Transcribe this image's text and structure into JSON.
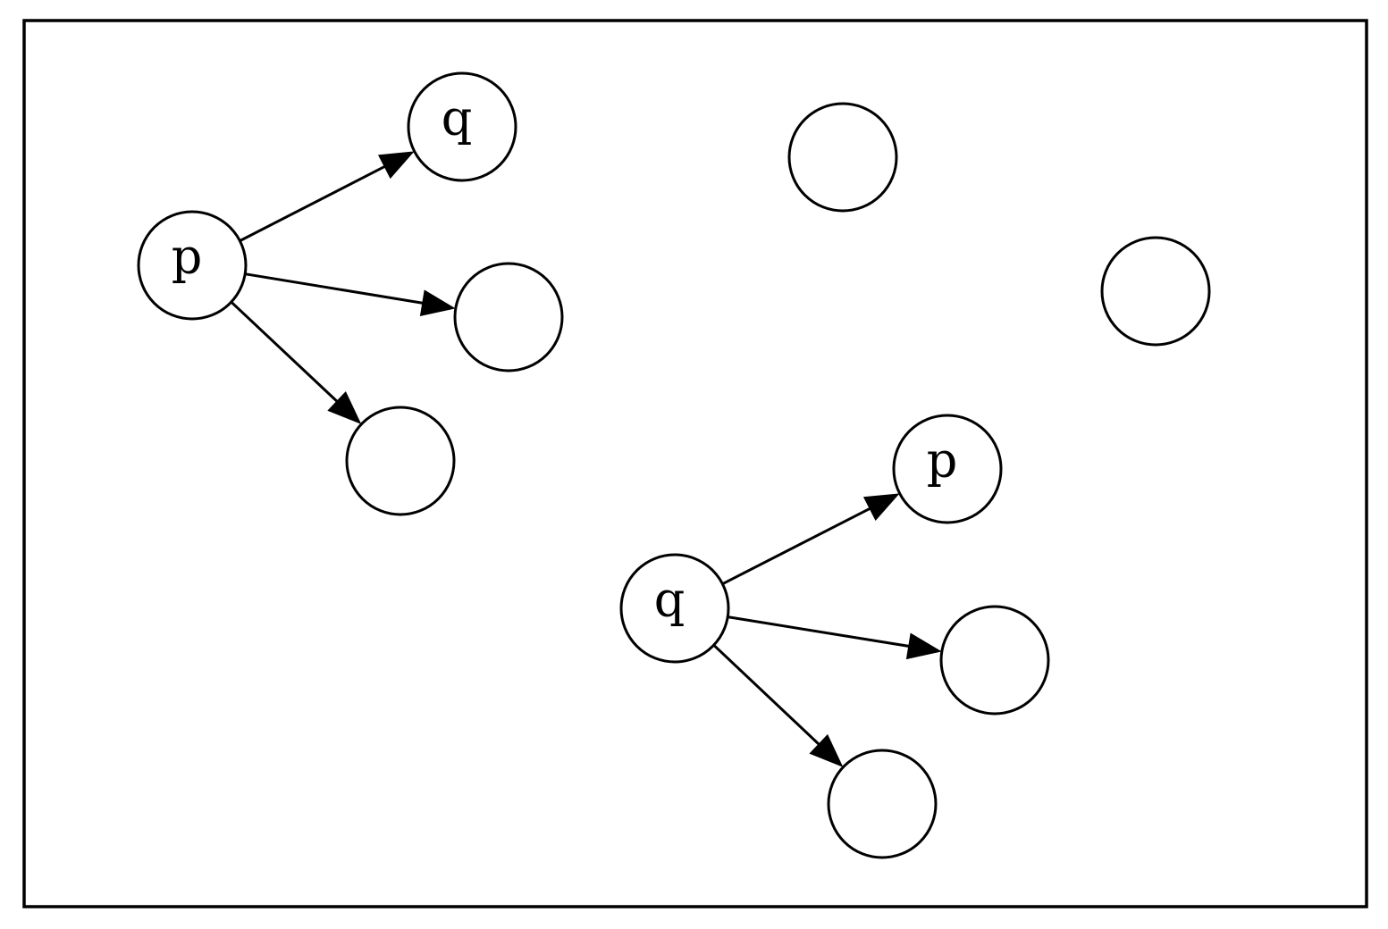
{
  "diagram": {
    "nodes": [
      {
        "id": "p1",
        "label": "p"
      },
      {
        "id": "q1",
        "label": "q"
      },
      {
        "id": "n1",
        "label": ""
      },
      {
        "id": "n2",
        "label": ""
      },
      {
        "id": "n3",
        "label": ""
      },
      {
        "id": "n4",
        "label": ""
      },
      {
        "id": "p2",
        "label": "p"
      },
      {
        "id": "q2",
        "label": "q"
      },
      {
        "id": "n5",
        "label": ""
      },
      {
        "id": "n6",
        "label": ""
      }
    ],
    "edges": [
      {
        "from": "p1",
        "to": "q1"
      },
      {
        "from": "p1",
        "to": "n1"
      },
      {
        "from": "p1",
        "to": "n2"
      },
      {
        "from": "q2",
        "to": "p2"
      },
      {
        "from": "q2",
        "to": "n5"
      },
      {
        "from": "q2",
        "to": "n6"
      }
    ]
  }
}
